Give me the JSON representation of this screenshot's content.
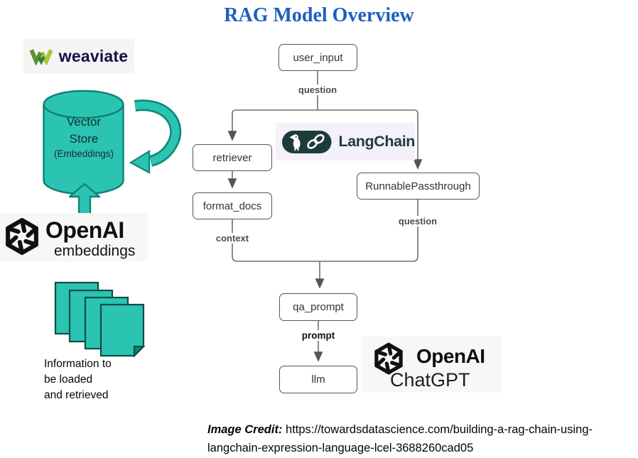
{
  "title": "RAG Model Overview",
  "weaviate": {
    "name": "weaviate"
  },
  "vector_store": {
    "line1": "Vector",
    "line2": "Store",
    "line3": "(Embeddings)"
  },
  "openai_embeddings": {
    "brand": "OpenAI",
    "product": "embeddings"
  },
  "docs_caption": {
    "line1": "Information to",
    "line2": "be loaded",
    "line3": "and retrieved"
  },
  "flow": {
    "user_input": "user_input",
    "retriever": "retriever",
    "format_docs": "format_docs",
    "runnable_passthrough": "RunnablePassthrough",
    "qa_prompt": "qa_prompt",
    "llm": "llm",
    "label_question_top": "question",
    "label_context": "context",
    "label_question_right": "question",
    "label_prompt": "prompt"
  },
  "langchain": {
    "name": "LangChain"
  },
  "openai_chatgpt": {
    "brand": "OpenAI",
    "product": "ChatGPT"
  },
  "credit": {
    "label": "Image Credit:",
    "url_line1": " https://towardsdatascience.com/building-a-rag-chain-using-",
    "url_line2": "langchain-expression-language-lcel-3688260cad05"
  },
  "icons": [
    "weaviate-w-icon",
    "openai-knot-icon",
    "langchain-parrot-chain-icon",
    "cylinder-database",
    "loop-arrow",
    "up-arrow",
    "documents-stack"
  ],
  "colors": {
    "teal": "#2BC4B2",
    "teal_dark": "#0E8577",
    "title_blue": "#1E5FBF",
    "line_gray": "#6e6e6e",
    "langchain_green": "#1D3B3B",
    "card_gray": "#f7f7f7",
    "langchain_bg": "#F4F1FA"
  }
}
